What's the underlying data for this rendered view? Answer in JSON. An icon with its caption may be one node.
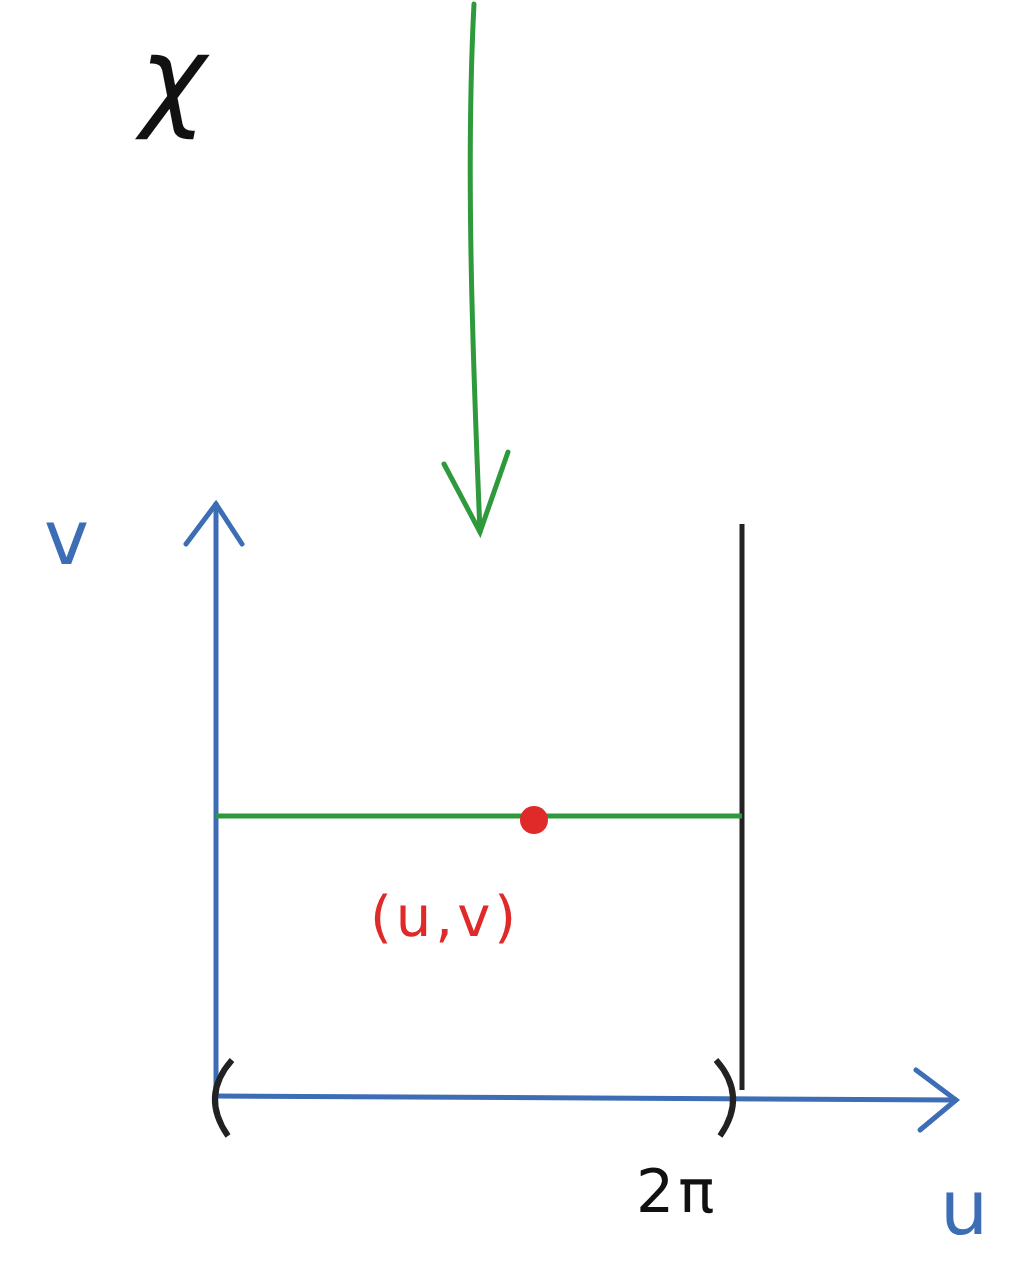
{
  "diagram": {
    "labels": [
      "χ",
      "v",
      "u",
      "2π",
      "(u,v)"
    ]
  }
}
